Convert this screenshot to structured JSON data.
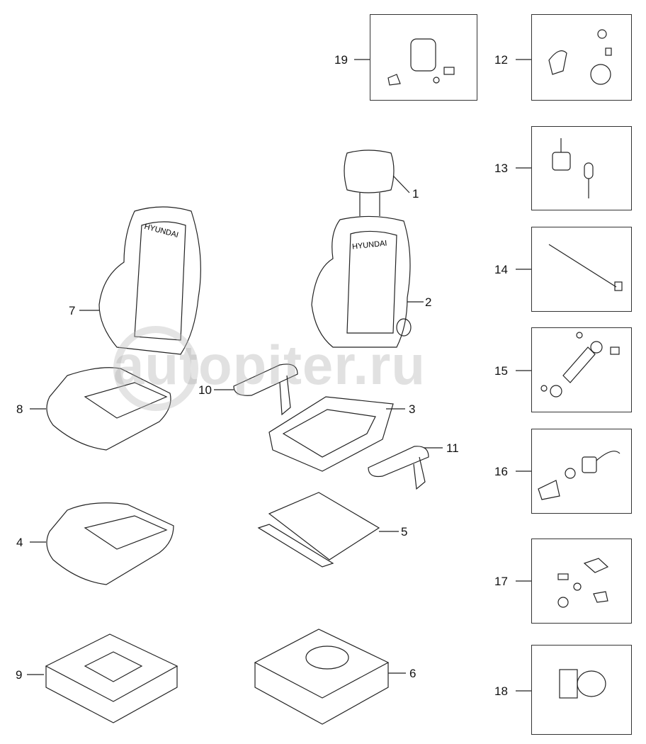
{
  "diagram": {
    "brand_text": "HYUNDAI",
    "watermark": "autopiter.ru",
    "callouts": [
      "1",
      "2",
      "3",
      "4",
      "5",
      "6",
      "7",
      "8",
      "9",
      "10",
      "11",
      "12",
      "13",
      "14",
      "15",
      "16",
      "17",
      "18",
      "19"
    ]
  },
  "colors": {
    "line": "#222222",
    "watermark": "#aaaaaa"
  }
}
